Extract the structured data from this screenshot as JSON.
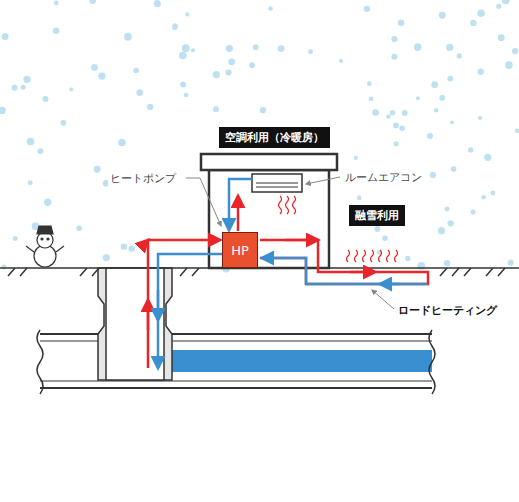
{
  "diagram": {
    "nodes": [
      {
        "text": [
          "空調利用（冷暖房）"
        ]
      },
      {
        "text": [
          "HP"
        ]
      },
      {
        "text": [
          "融雪利用"
        ]
      }
    ],
    "labels": [
      "ヒートポンプ",
      "ルームエアコン",
      "ロードヒーティング"
    ]
  }
}
